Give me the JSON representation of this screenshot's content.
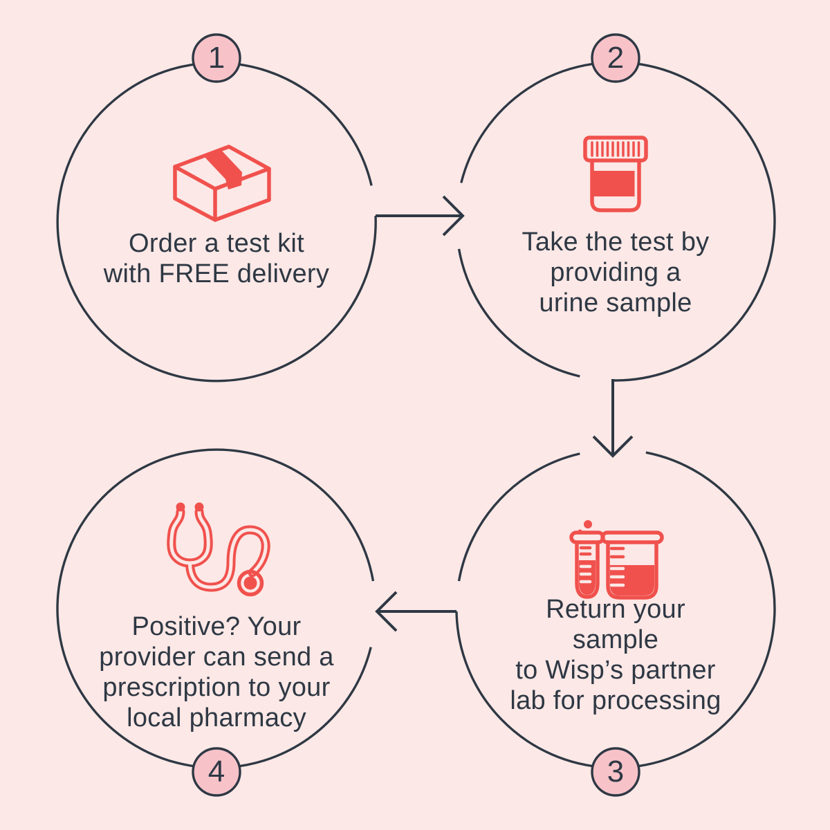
{
  "colors": {
    "bg": "#FCE8E6",
    "dark": "#2E3844",
    "accent": "#F0514D",
    "badge": "#F7C3C9"
  },
  "steps": [
    {
      "number": "1",
      "icon": "package-icon",
      "label": "Order a test kit\nwith FREE delivery"
    },
    {
      "number": "2",
      "icon": "specimen-cup-icon",
      "label": "Take the test by\nproviding a\nurine sample"
    },
    {
      "number": "3",
      "icon": "test-tube-beaker-icon",
      "label": "Return your sample\nto Wisp’s partner\nlab for processing"
    },
    {
      "number": "4",
      "icon": "stethoscope-icon",
      "label": "Positive? Your\nprovider can send a\nprescription to your\nlocal pharmacy"
    }
  ]
}
